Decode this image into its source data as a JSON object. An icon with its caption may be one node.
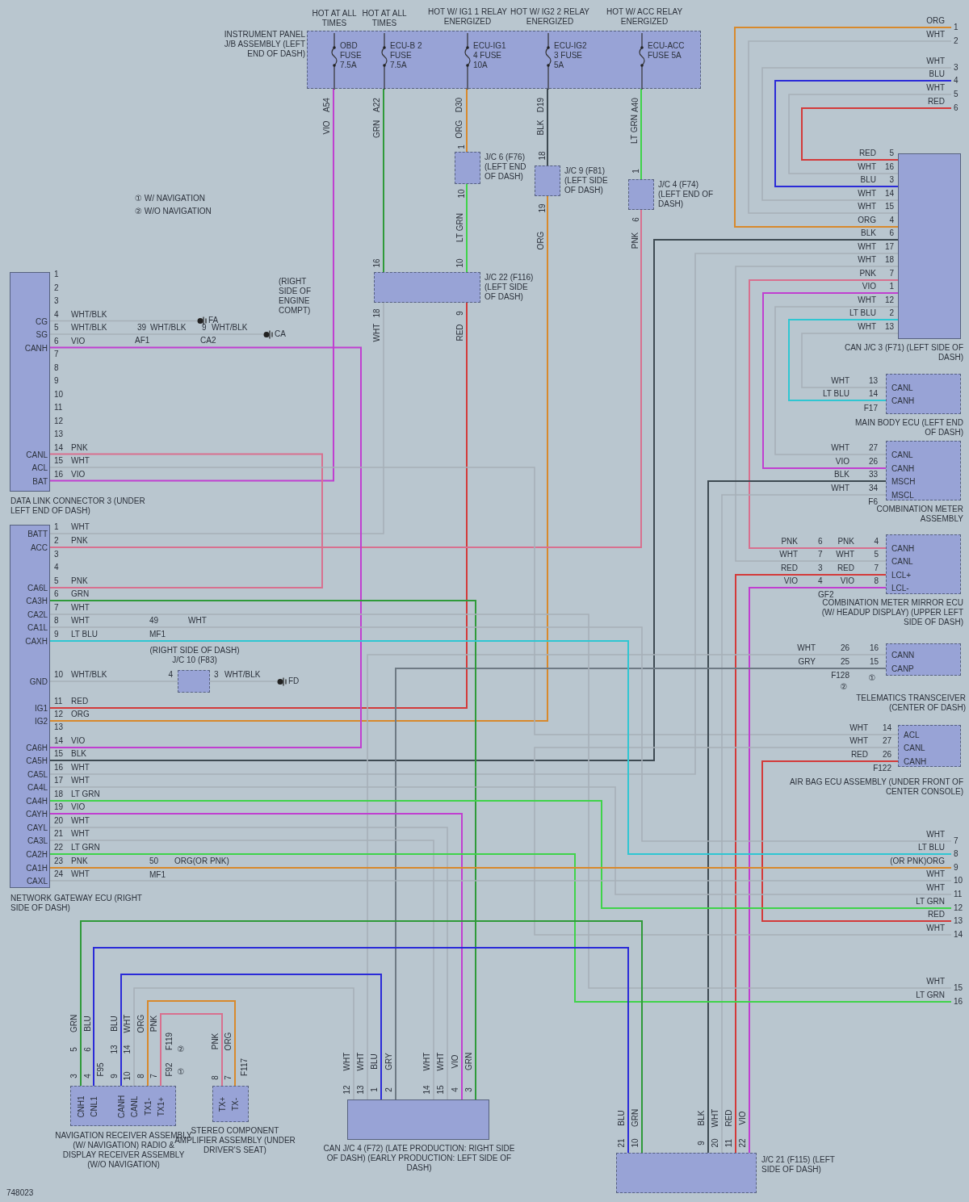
{
  "diagram": {
    "nodes": [
      {
        "text": [
          "INSTRUMENT PANEL J/B ASSEMBLY (LEFT END OF DASH)"
        ]
      },
      {
        "text": [
          "OBD FUSE 7.5A"
        ],
        "in": 0,
        "beside": [
          "HOT AT ALL TIMES"
        ]
      },
      {
        "text": [
          "ECU-B 2 FUSE 7.5A"
        ],
        "in": 0,
        "beside": [
          "HOT AT ALL TIMES"
        ]
      },
      {
        "text": [
          "ECU-IG1 4 FUSE 10A"
        ],
        "in": 0,
        "beside": [
          "HOT W/ IG1 1 RELAY ENERGIZED"
        ]
      },
      {
        "text": [
          "ECU-IG2 3 FUSE 5A"
        ],
        "in": 0,
        "beside": [
          "HOT W/ IG2 2 RELAY ENERGIZED"
        ]
      },
      {
        "text": [
          "ECU-ACC FUSE 5A"
        ],
        "in": 0,
        "beside": [
          "HOT W/ ACC RELAY ENERGIZED"
        ]
      },
      {
        "text": [
          "J/C 6 (F76) (LEFT END OF DASH)"
        ]
      },
      {
        "text": [
          "J/C 9 (F81) (LEFT SIDE OF DASH)"
        ]
      },
      {
        "text": [
          "J/C 4 (F74) (LEFT END OF DASH)"
        ]
      },
      {
        "text": [
          "J/C 22 (F116) (LEFT SIDE OF DASH)"
        ]
      },
      {
        "text": [
          "CAN J/C 3 (F71) (LEFT SIDE OF DASH)"
        ]
      },
      {
        "text": [
          "CG",
          "SG",
          "CANH",
          "CANL",
          "ACL",
          "BAT",
          "DATA LINK CONNECTOR 3 (UNDER LEFT END OF DASH)"
        ]
      },
      {
        "text": [
          "BATT",
          "ACC",
          "CA6L",
          "CA3H",
          "CA2L",
          "CA1L",
          "CAXH",
          "GND",
          "IG1",
          "IG2",
          "CA6H",
          "CA5H",
          "CA5L",
          "CA4L",
          "CA4H",
          "CAYH",
          "CAYL",
          "CA3L",
          "CA2H",
          "CA1H",
          "CAXL",
          "NETWORK GATEWAY ECU (RIGHT SIDE OF DASH)"
        ]
      },
      {
        "text": [
          "CANL",
          "CANH",
          "MAIN BODY ECU (LEFT END OF DASH)"
        ]
      },
      {
        "text": [
          "CANL",
          "CANH",
          "MSCH",
          "MSCL",
          "COMBINATION METER ASSEMBLY"
        ]
      },
      {
        "text": [
          "CANH",
          "CANL",
          "LCL+",
          "LCL-",
          "COMBINATION METER MIRROR ECU (W/ HEADUP DISPLAY) (UPPER LEFT SIDE OF DASH)"
        ]
      },
      {
        "text": [
          "CANN",
          "CANP",
          "TELEMATICS TRANSCEIVER (CENTER OF DASH)"
        ]
      },
      {
        "text": [
          "ACL",
          "CANL",
          "CANH",
          "AIR BAG ECU ASSEMBLY (UNDER FRONT OF CENTER CONSOLE)"
        ]
      },
      {
        "text": [
          "CNH1",
          "CNL1",
          "CANH",
          "CANL",
          "TX1-",
          "TX1+",
          "NAVIGATION RECEIVER ASSEMBLY (W/ NAVIGATION) RADIO & DISPLAY RECEIVER ASSEMBLY (W/O NAVIGATION)"
        ]
      },
      {
        "text": [
          "TX+",
          "TX-",
          "STEREO COMPONENT AMPLIFIER ASSEMBLY (UNDER DRIVER'S SEAT)"
        ]
      },
      {
        "text": [
          "CAN J/C 4 (F72) (LATE PRODUCTION: RIGHT SIDE OF DASH) (EARLY PRODUCTION: LEFT SIDE OF DASH)"
        ]
      },
      {
        "text": [
          "J/C 21 (F115) (LEFT SIDE OF DASH)"
        ]
      },
      {
        "text": [
          "(RIGHT SIDE OF DASH) J/C 10 (F83)"
        ]
      },
      {
        "text": [
          "FA"
        ]
      },
      {
        "text": [
          "CA"
        ],
        "beside": [
          "(RIGHT SIDE OF ENGINE COMPT)"
        ]
      },
      {
        "text": [
          "FD"
        ]
      },
      {
        "text": [
          "1"
        ]
      },
      {
        "text": [
          "2"
        ]
      },
      {
        "text": [
          "3"
        ]
      },
      {
        "text": [
          "4"
        ]
      },
      {
        "text": [
          "5"
        ]
      },
      {
        "text": [
          "6"
        ]
      },
      {
        "text": [
          "7"
        ]
      },
      {
        "text": [
          "8"
        ]
      },
      {
        "text": [
          "9"
        ]
      },
      {
        "text": [
          "10"
        ]
      },
      {
        "text": [
          "11"
        ]
      },
      {
        "text": [
          "12"
        ]
      },
      {
        "text": [
          "13"
        ]
      },
      {
        "text": [
          "14"
        ]
      },
      {
        "text": [
          "15"
        ]
      },
      {
        "text": [
          "16"
        ]
      }
    ],
    "edges": [
      {
        "from": 1,
        "to": 11,
        "arrow": "none",
        "label": "VIO",
        "color": "#c03fd0"
      },
      {
        "from": 2,
        "to": 9,
        "arrow": "none",
        "label": "GRN",
        "color": "#2f9a3a"
      },
      {
        "from": 9,
        "to": 12,
        "arrow": "none",
        "label": "WHT"
      },
      {
        "from": 3,
        "to": 6,
        "arrow": "none",
        "label": "ORG",
        "color": "#d8892c"
      },
      {
        "from": 6,
        "to": 9,
        "arrow": "none",
        "label": "LT GRN",
        "color": "#3fd34a"
      },
      {
        "from": 9,
        "to": 12,
        "arrow": "none",
        "label": "RED",
        "color": "#d33a3a"
      },
      {
        "from": 4,
        "to": 7,
        "arrow": "none",
        "label": "BLK",
        "color": "#3e4a52"
      },
      {
        "from": 7,
        "to": 12,
        "arrow": "none",
        "label": "ORG",
        "color": "#d8892c"
      },
      {
        "from": 5,
        "to": 8,
        "arrow": "none",
        "label": "LT GRN",
        "color": "#3fd34a"
      },
      {
        "from": 8,
        "to": 12,
        "arrow": "none",
        "label": "PNK",
        "color": "#d8708f"
      },
      {
        "from": 11,
        "to": 23,
        "arrow": "none",
        "label": "WHT/BLK"
      },
      {
        "from": 11,
        "to": 24,
        "arrow": "none",
        "label": "WHT/BLK"
      },
      {
        "from": 11,
        "to": 12,
        "arrow": "none",
        "label": "VIO",
        "color": "#c03fd0"
      },
      {
        "from": 11,
        "to": 12,
        "arrow": "none",
        "label": "PNK",
        "color": "#d8708f"
      },
      {
        "from": 11,
        "to": 17,
        "arrow": "none",
        "label": "WHT"
      },
      {
        "from": 10,
        "to": 26,
        "arrow": "none",
        "label": "ORG",
        "color": "#d8892c"
      },
      {
        "from": 10,
        "to": 27,
        "arrow": "none",
        "label": "WHT"
      },
      {
        "from": 10,
        "to": 28,
        "arrow": "none",
        "label": "WHT"
      },
      {
        "from": 10,
        "to": 29,
        "arrow": "none",
        "label": "BLU",
        "color": "#2a2ad8"
      },
      {
        "from": 10,
        "to": 30,
        "arrow": "none",
        "label": "WHT"
      },
      {
        "from": 10,
        "to": 31,
        "arrow": "none",
        "label": "RED",
        "color": "#d33a3a"
      },
      {
        "from": 10,
        "to": 12,
        "arrow": "none",
        "label": "BLK",
        "color": "#3e4a52"
      },
      {
        "from": 10,
        "to": 12,
        "arrow": "none",
        "label": "WHT"
      },
      {
        "from": 10,
        "to": 15,
        "arrow": "none",
        "label": "WHT"
      },
      {
        "from": 10,
        "to": 15,
        "arrow": "none",
        "label": "PNK",
        "color": "#d8708f"
      },
      {
        "from": 10,
        "to": 14,
        "arrow": "none",
        "label": "VIO",
        "color": "#c03fd0"
      },
      {
        "from": 10,
        "to": 14,
        "arrow": "none",
        "label": "WHT"
      },
      {
        "from": 10,
        "to": 13,
        "arrow": "none",
        "label": "LT BLU",
        "color": "#2fc6d2"
      },
      {
        "from": 10,
        "to": 13,
        "arrow": "none",
        "label": "WHT"
      },
      {
        "from": 14,
        "to": 21,
        "arrow": "none",
        "label": "BLK",
        "color": "#3e4a52"
      },
      {
        "from": 14,
        "to": 21,
        "arrow": "none",
        "label": "WHT"
      },
      {
        "from": 15,
        "to": 21,
        "arrow": "none",
        "label": "RED",
        "color": "#d33a3a"
      },
      {
        "from": 15,
        "to": 21,
        "arrow": "none",
        "label": "VIO",
        "color": "#c03fd0"
      },
      {
        "from": 16,
        "to": 20,
        "arrow": "none",
        "label": "WHT"
      },
      {
        "from": 16,
        "to": 20,
        "arrow": "none",
        "label": "GRY",
        "color": "#6e7a84"
      },
      {
        "from": 17,
        "to": 39,
        "arrow": "none",
        "label": "WHT"
      },
      {
        "from": 17,
        "to": 38,
        "arrow": "none",
        "label": "RED",
        "color": "#d33a3a"
      },
      {
        "from": 12,
        "to": 20,
        "arrow": "none",
        "label": "GRN",
        "color": "#2f9a3a"
      },
      {
        "from": 12,
        "to": 40,
        "arrow": "none",
        "label": "WHT"
      },
      {
        "from": 12,
        "to": 32,
        "arrow": "none",
        "label": "WHT"
      },
      {
        "from": 12,
        "to": 33,
        "arrow": "none",
        "label": "LT BLU",
        "color": "#2fc6d2"
      },
      {
        "from": 12,
        "to": 22,
        "arrow": "none",
        "label": "WHT/BLK"
      },
      {
        "from": 22,
        "to": 25,
        "arrow": "none",
        "label": "WHT/BLK"
      },
      {
        "from": 12,
        "to": 36,
        "arrow": "none",
        "label": "WHT"
      },
      {
        "from": 12,
        "to": 37,
        "arrow": "none",
        "label": "LT GRN",
        "color": "#3fd34a"
      },
      {
        "from": 12,
        "to": 20,
        "arrow": "none",
        "label": "VIO",
        "color": "#c03fd0"
      },
      {
        "from": 12,
        "to": 20,
        "arrow": "none",
        "label": "WHT"
      },
      {
        "from": 12,
        "to": 20,
        "arrow": "none",
        "label": "WHT"
      },
      {
        "from": 12,
        "to": 41,
        "arrow": "none",
        "label": "LT GRN",
        "color": "#3fd34a"
      },
      {
        "from": 12,
        "to": 34,
        "arrow": "none",
        "label": "PNK",
        "color": "#d8892c"
      },
      {
        "from": 12,
        "to": 35,
        "arrow": "none",
        "label": "WHT"
      },
      {
        "from": 18,
        "to": 21,
        "arrow": "none",
        "label": "GRN",
        "color": "#2f9a3a"
      },
      {
        "from": 18,
        "to": 21,
        "arrow": "none",
        "label": "BLU",
        "color": "#2a2ad8"
      },
      {
        "from": 18,
        "to": 20,
        "arrow": "none",
        "label": "BLU",
        "color": "#2a2ad8"
      },
      {
        "from": 18,
        "to": 20,
        "arrow": "none",
        "label": "WHT"
      },
      {
        "from": 18,
        "to": 19,
        "arrow": "none",
        "label": "ORG",
        "color": "#d8892c"
      },
      {
        "from": 18,
        "to": 19,
        "arrow": "none",
        "label": "PNK",
        "color": "#d8708f"
      }
    ],
    "labels": [
      "ORG",
      "WHT",
      "WHT",
      "BLU",
      "WHT",
      "RED",
      "A54",
      "A22",
      "D30",
      "D19",
      "A40",
      "1",
      "18",
      "1",
      "10",
      "19",
      "6",
      "① W/ NAVIGATION",
      "② W/O NAVIGATION",
      "16",
      "10",
      "18",
      "9",
      "1",
      "2",
      "3",
      "4",
      "5",
      "6",
      "7",
      "8",
      "9",
      "10",
      "11",
      "12",
      "13",
      "14",
      "15",
      "16",
      "VIO",
      "39",
      "WHT/BLK",
      "9",
      "WHT/BLK",
      "AF1",
      "CA2",
      "5",
      "16",
      "3",
      "14",
      "15",
      "4",
      "6",
      "17",
      "18",
      "7",
      "1",
      "12",
      "2",
      "13",
      "WHT",
      "13",
      "LT BLU",
      "14",
      "F17",
      "WHT",
      "27",
      "VIO",
      "26",
      "33",
      "34",
      "F6",
      "PNK",
      "6",
      "PNK",
      "4",
      "WHT",
      "7",
      "WHT",
      "5",
      "RED",
      "3",
      "7",
      "VIO",
      "4",
      "8",
      "GF2",
      "26",
      "16",
      "25",
      "15",
      "F128",
      "①",
      "②",
      "WHT",
      "14",
      "27",
      "26",
      "F122",
      "1",
      "2",
      "3",
      "4",
      "5",
      "6",
      "7",
      "8",
      "9",
      "10",
      "11",
      "12",
      "13",
      "14",
      "15",
      "16",
      "17",
      "18",
      "19",
      "20",
      "21",
      "22",
      "23",
      "24",
      "WHT",
      "PNK",
      "PNK",
      "RED",
      "ORG",
      "VIO",
      "BLK",
      "WHT",
      "49",
      "WHT",
      "MF1",
      "4",
      "3",
      "50",
      "ORG(OR PNK)",
      "MF1",
      "WHT",
      "LT BLU",
      "(OR PNK)ORG",
      "WHT",
      "WHT",
      "LT GRN",
      "RED",
      "WHT",
      "WHT",
      "LT GRN",
      "5",
      "6",
      "13",
      "14",
      "F119",
      "②",
      "3",
      "4",
      "F95",
      "9",
      "10",
      "8",
      "7",
      "F92",
      "①",
      "PNK",
      "ORG",
      "8",
      "7",
      "F117",
      "WHT",
      "WHT",
      "BLU",
      "GRY",
      "WHT",
      "WHT",
      "VIO",
      "GRN",
      "12",
      "13",
      "1",
      "2",
      "14",
      "15",
      "4",
      "3",
      "BLU",
      "GRN",
      "BLK",
      "WHT",
      "RED",
      "VIO",
      "21",
      "10",
      "9",
      "20",
      "11",
      "22",
      "748023"
    ]
  }
}
